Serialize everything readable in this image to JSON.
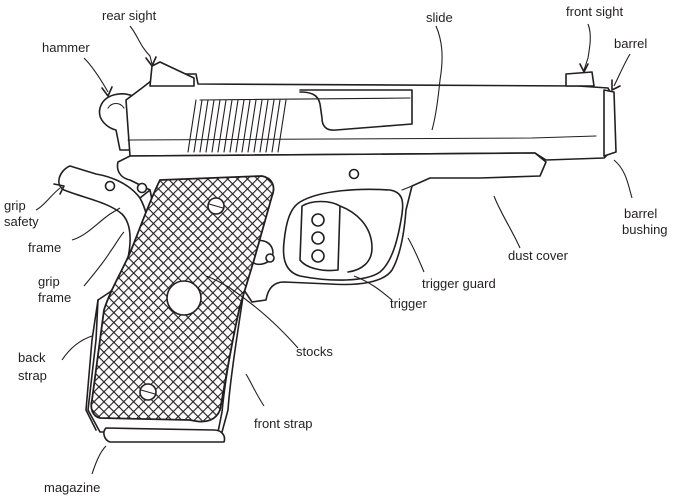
{
  "labels": {
    "rear_sight": "rear sight",
    "slide": "slide",
    "front_sight": "front sight",
    "hammer": "hammer",
    "barrel": "barrel",
    "grip_safety_1": "grip",
    "grip_safety_2": "safety",
    "frame": "frame",
    "barrel_bushing_1": "barrel",
    "barrel_bushing_2": "bushing",
    "dust_cover": "dust cover",
    "grip_frame_1": "grip",
    "grip_frame_2": "frame",
    "trigger_guard": "trigger guard",
    "trigger": "trigger",
    "stocks": "stocks",
    "back_strap_1": "back",
    "back_strap_2": "strap",
    "front_strap": "front strap",
    "magazine": "magazine"
  },
  "colors": {
    "ink": "#231f20",
    "background": "#ffffff"
  }
}
